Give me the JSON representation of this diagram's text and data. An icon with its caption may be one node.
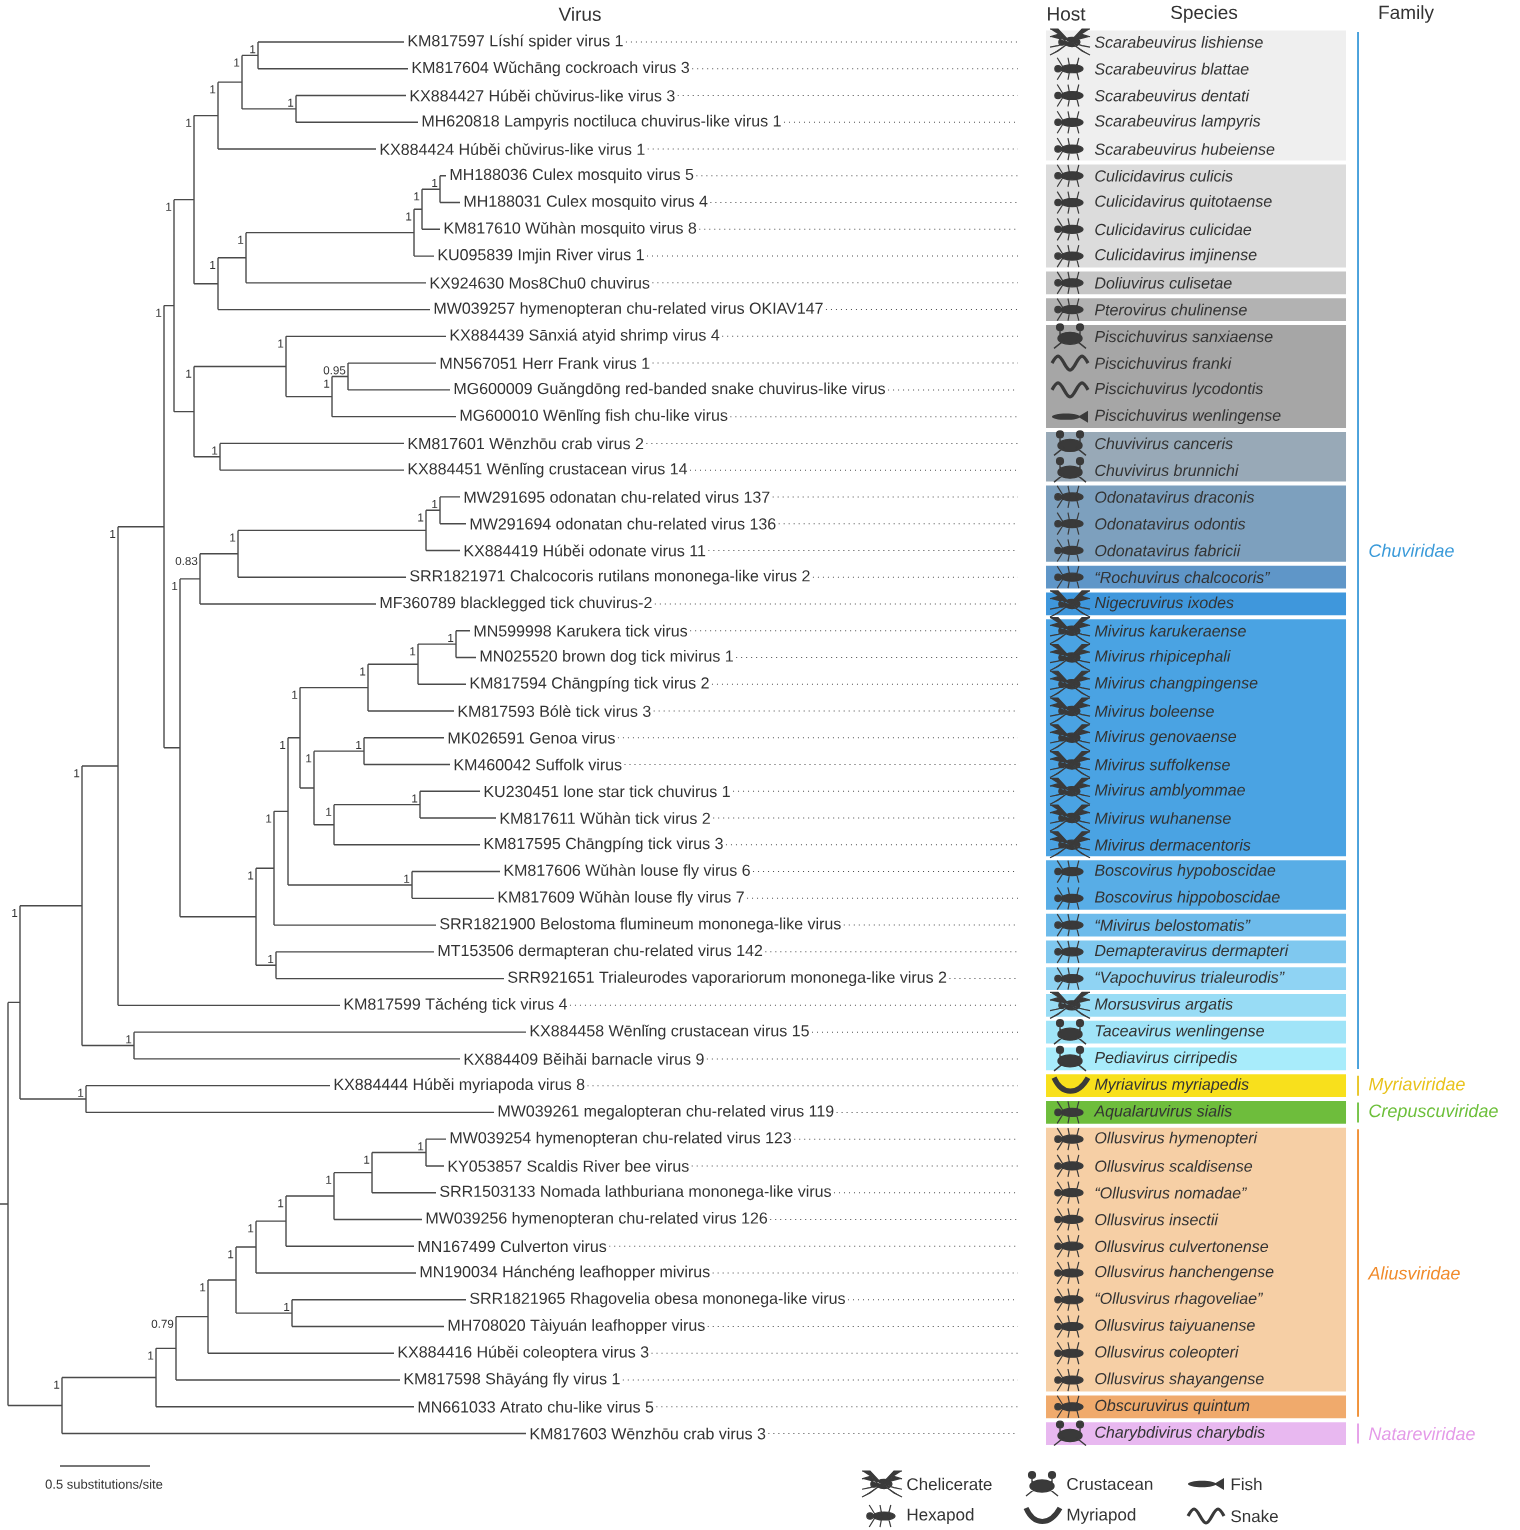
{
  "diagram": {
    "nodes": [
      {
        "text": [
          "Scarabeuvirus lishiense",
          "Scarabeuvirus blattae",
          "Scarabeuvirus dentati",
          "Scarabeuvirus lampyris",
          "Scarabeuvirus hubeiense"
        ]
      },
      {
        "text": [
          "Culicidavirus culicis",
          "Culicidavirus quitotaense",
          "Culicidavirus culicidae",
          "Culicidavirus imjinense"
        ]
      },
      {
        "text": [
          "Doliuvirus culisetae"
        ]
      },
      {
        "text": [
          "Pterovirus chulinense"
        ]
      },
      {
        "text": [
          "Piscichuvirus sanxiaense",
          "Piscichuvirus franki",
          "Piscichuvirus lycodontis",
          "Piscichuvirus wenlingense"
        ]
      },
      {
        "text": [
          "Chuvivirus canceris",
          "Chuvivirus brunnichi"
        ]
      },
      {
        "text": [
          "Odonatavirus draconis",
          "Odonatavirus odontis",
          "Odonatavirus fabricii"
        ]
      },
      {
        "text": [
          "“Rochuvirus chalcocoris”"
        ]
      },
      {
        "text": [
          "Nigecruvirus ixodes"
        ]
      },
      {
        "text": [
          "Mivirus karukeraense",
          "Mivirus rhipicephali",
          "Mivirus changpingense",
          "Mivirus boleense",
          "Mivirus genovaense",
          "Mivirus suffolkense",
          "Mivirus amblyommae",
          "Mivirus wuhanense",
          "Mivirus dermacentoris"
        ]
      },
      {
        "text": [
          "Boscovirus hypoboscidae",
          "Boscovirus hippoboscidae"
        ]
      },
      {
        "text": [
          "“Mivirus belostomatis”"
        ]
      },
      {
        "text": [
          "Demapteravirus dermapteri"
        ]
      },
      {
        "text": [
          "“Vapochuvirus trialeurodis”"
        ]
      },
      {
        "text": [
          "Morsusvirus argatis"
        ]
      },
      {
        "text": [
          "Taceavirus wenlingense"
        ]
      },
      {
        "text": [
          "Pediavirus cirripedis"
        ]
      },
      {
        "text": [
          "Myriavirus myriapedis"
        ]
      },
      {
        "text": [
          "Aqualaruvirus sialis"
        ]
      },
      {
        "text": [
          "Ollusvirus hymenopteri",
          "Ollusvirus scaldisense",
          "“Ollusvirus nomadae”",
          "Ollusvirus insectii",
          "Ollusvirus culvertonense",
          "Ollusvirus hanchengense",
          "“Ollusvirus rhagoveliae”",
          "Ollusvirus taiyuanense",
          "Ollusvirus coleopteri",
          "Ollusvirus shayangense"
        ]
      },
      {
        "text": [
          "Obscuruvirus quintum"
        ]
      },
      {
        "text": [
          "Charybdivirus charybdis"
        ]
      }
    ],
    "labels": [
      "Virus",
      "Host",
      "Species",
      "Family",
      "KM817597 Líshí spider virus 1",
      "KM817604 Wǔchāng cockroach virus 3",
      "KX884427 Húběi chǔvirus-like virus 3",
      "MH620818 Lampyris noctiluca chuvirus-like virus 1",
      "KX884424 Húběi chǔvirus-like virus 1",
      "MH188036 Culex mosquito virus 5",
      "MH188031 Culex mosquito virus 4",
      "KM817610 Wǔhàn mosquito virus 8",
      "KU095839 Imjin River virus 1",
      "KX924630 Mos8Chu0 chuvirus",
      "MW039257 hymenopteran chu-related virus OKIAV147",
      "KX884439 Sānxiá atyid shrimp virus 4",
      "MN567051 Herr Frank virus 1",
      "MG600009 Guǎngdōng red-banded snake chuvirus-like virus",
      "MG600010 Wēnlǐng fish chu-like virus",
      "KM817601 Wēnzhōu crab virus 2",
      "KX884451 Wēnlǐng crustacean virus 14",
      "MW291695 odonatan chu-related virus 137",
      "MW291694 odonatan chu-related virus 136",
      "KX884419 Húběi odonate virus 11",
      "SRR1821971 Chalcocoris rutilans mononega-like virus 2",
      "MF360789 blacklegged tick chuvirus-2",
      "MN599998 Karukera tick virus",
      "MN025520 brown dog tick mivirus 1",
      "KM817594 Chāngpíng tick virus 2",
      "KM817593 Bólè tick virus 3",
      "MK026591 Genoa virus",
      "KM460042 Suffolk virus",
      "KU230451 lone star tick chuvirus 1",
      "KM817611 Wǔhàn tick virus 2",
      "KM817595 Chāngpíng tick virus 3",
      "KM817606 Wǔhàn louse fly virus 6",
      "KM817609 Wǔhàn louse fly virus 7",
      "SRR1821900 Belostoma flumineum mononega-like virus",
      "MT153506 dermapteran chu-related virus 142",
      "SRR921651 Trialeurodes vaporariorum mononega-like virus 2",
      "KM817599 Tǎchéng tick virus 4",
      "KX884458 Wēnlǐng crustacean virus 15",
      "KX884409 Běihǎi barnacle virus 9",
      "KX884444 Húběi myriapoda virus 8",
      "MW039261 megalopteran chu-related virus 119",
      "MW039254 hymenopteran chu-related virus 123",
      "KY053857 Scaldis River bee virus",
      "SRR1503133 Nomada lathburiana mononega-like virus",
      "MW039256 hymenopteran chu-related virus 126",
      "MN167499 Culverton virus",
      "MN190034 Hánchéng leafhopper mivirus",
      "SRR1821965 Rhagovelia obesa mononega-like virus",
      "MH708020 Tàiyuán leafhopper virus",
      "KX884416 Húběi coleoptera virus 3",
      "KM817598 Shāyáng fly virus 1",
      "MN661033 Atrato chu-like virus 5",
      "KM817603 Wēnzhōu crab virus 3",
      "1",
      "1",
      "1",
      "1",
      "1",
      "1",
      "1",
      "1",
      "1",
      "1",
      "1",
      "1",
      "1",
      "1",
      "1",
      "1",
      "1",
      "1",
      "0.95",
      "1",
      "1",
      "0.83",
      "1",
      "1",
      "1",
      "1",
      "1",
      "1",
      "1",
      "1",
      "1",
      "1",
      "1",
      "1",
      "1",
      "1",
      "1",
      "1",
      "1",
      "1",
      "1",
      "1",
      "0.79",
      "1",
      "1",
      "1",
      "1",
      "1",
      "1",
      "1",
      "1",
      "Chuviridae",
      "Myriaviridae",
      "Crepuscuviridae",
      "Aliusviridae",
      "Natareviridae",
      "0.5 substitutions/site"
    ],
    "legend": [
      {
        "text": "Chelicerate"
      },
      {
        "text": "Crustacean"
      },
      {
        "text": "Fish"
      },
      {
        "text": "Hexapod"
      },
      {
        "text": "Myriapod"
      },
      {
        "text": "Snake"
      }
    ]
  }
}
